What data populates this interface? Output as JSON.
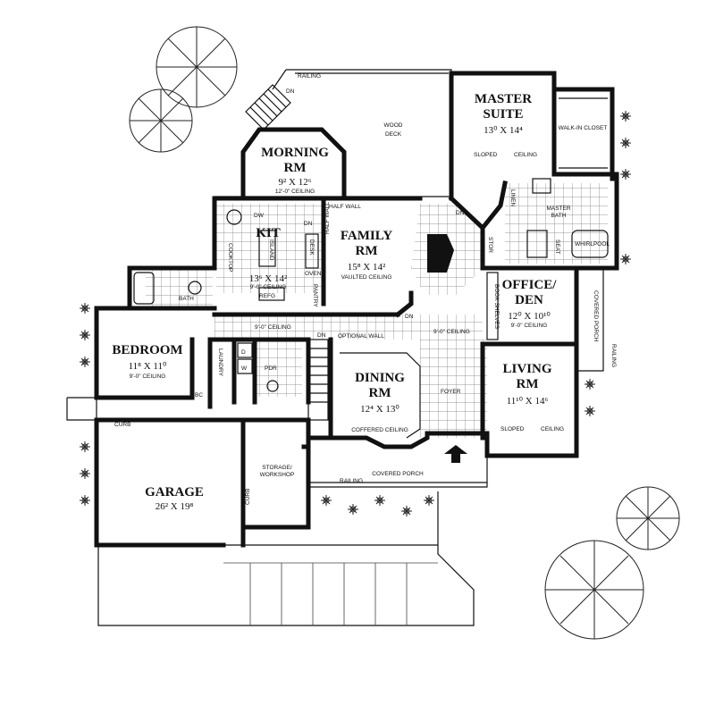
{
  "rooms": {
    "master_suite": {
      "name_line1": "MASTER",
      "name_line2": "SUITE",
      "dim": "13⁰ X 14⁴",
      "sloped_label": "SLOPED",
      "ceiling_label": "CEILING"
    },
    "morning": {
      "name_line1": "MORNING",
      "name_line2": "RM",
      "dim": "9² X 12⁶",
      "ceiling": "12'-0\" CEILING"
    },
    "family": {
      "name_line1": "FAMILY",
      "name_line2": "RM",
      "dim": "15⁸ X 14²",
      "ceiling": "VAULTED CEILING"
    },
    "kit": {
      "name": "KIT",
      "dim": "13⁶ X 14²",
      "ceiling": "9'-0\" CEILING"
    },
    "office": {
      "name_line1": "OFFICE/",
      "name_line2": "DEN",
      "dim": "12⁰ X 10¹⁰",
      "ceiling": "9'-0\" CEILING"
    },
    "bedroom": {
      "name": "BEDROOM",
      "dim": "11⁸ X 11⁰",
      "ceiling": "9'-0\" CEILING"
    },
    "dining": {
      "name_line1": "DINING",
      "name_line2": "RM",
      "dim": "12⁴ X 13⁰",
      "ceiling": "COFFERED CEILING"
    },
    "living": {
      "name_line1": "LIVING",
      "name_line2": "RM",
      "dim": "11¹⁰ X 14⁶",
      "sloped_label": "SLOPED",
      "ceiling_label": "CEILING"
    },
    "garage": {
      "name": "GARAGE",
      "dim": "26² X 19⁸"
    }
  },
  "labels": {
    "railing_top": "RAILING",
    "dn_top": "DN",
    "wood_deck_line1": "WOOD",
    "wood_deck_line2": "DECK",
    "walk_in_closet": "WALK-IN CLOSET",
    "linen": "LINEN",
    "master_bath_line1": "MASTER",
    "master_bath_line2": "BATH",
    "half_wall_top": "HALF WALL",
    "half_wall_side": "HALF WALL",
    "dn_family": "DN",
    "dn_master": "DN",
    "dw": "DW",
    "island": "ISLAND",
    "cooktop": "COOKTOP",
    "desk": "DESK",
    "oven": "OVEN",
    "pantry": "PANTRY",
    "refg": "REFG",
    "stor": "STOR",
    "seat": "SEAT",
    "whirlpool": "WHIRLPOOL",
    "bath": "BATH",
    "ceiling_hall": "9'-0\" CEILING",
    "dn_hall": "DN",
    "optional_wall": "OPTIONAL WALL",
    "ceiling_foyer": "9'-0\" CEILING",
    "dn_foyer": "DN",
    "book_shelves": "BOOK SHELVES",
    "covered_porch_side": "COVERED PORCH",
    "railing_side": "RAILING",
    "laundry": "LAUNDRY",
    "pdr": "PDR",
    "d": "D",
    "w": "W",
    "bc": "BC",
    "foyer": "FOYER",
    "covered_porch": "COVERED PORCH",
    "railing_porch": "RAILING",
    "curb_top": "CURB",
    "curb_side": "CURB",
    "storage_line1": "STORAGE/",
    "storage_line2": "WORKSHOP"
  }
}
